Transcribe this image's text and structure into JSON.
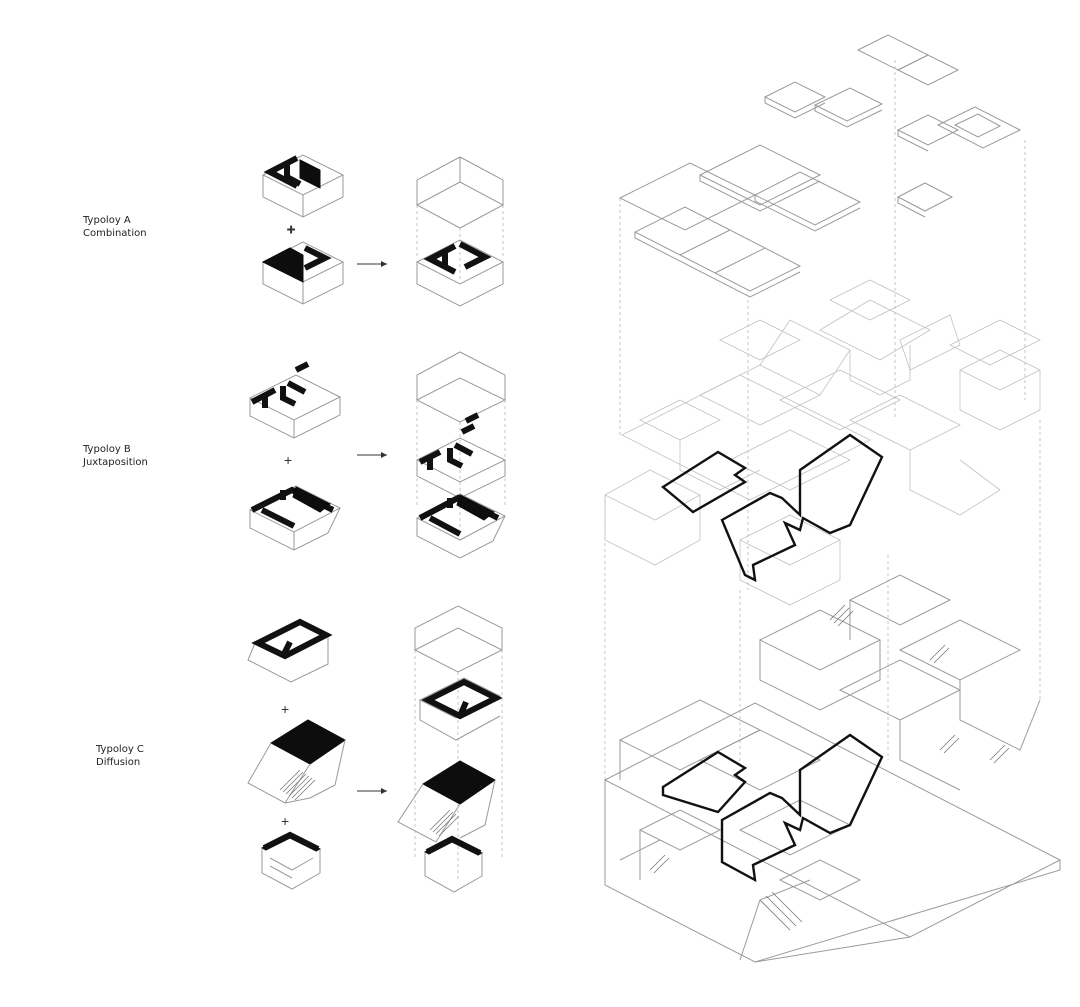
{
  "typologies": [
    {
      "name": "Typoloy A",
      "operation": "Combination"
    },
    {
      "name": "Typoloy B",
      "operation": "Juxtaposition"
    },
    {
      "name": "Typoloy C",
      "operation": "Diffusion"
    }
  ],
  "symbols": {
    "plus": "+",
    "arrow": "arrow-right-icon"
  },
  "colors": {
    "line": "#9a9a9a",
    "solid": "#0d0d0d",
    "background": "#ffffff"
  }
}
